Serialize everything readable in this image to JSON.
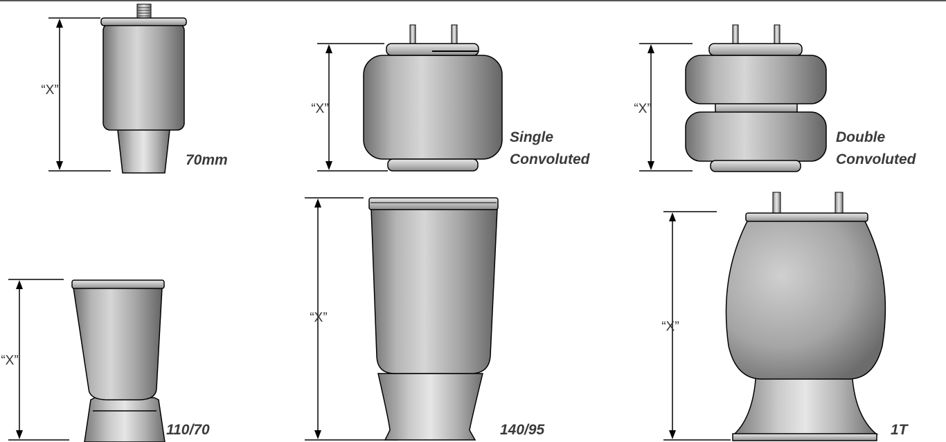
{
  "dimension_label": "“X”",
  "colors": {
    "body_light": "#d2d2d2",
    "body_mid": "#a9a9a9",
    "body_dark": "#7a7a7a",
    "outline": "#000000",
    "label": "#3a3a3a"
  },
  "springs": [
    {
      "id": "70mm",
      "label": "70mm"
    },
    {
      "id": "single",
      "label_lines": [
        "Single",
        "Convoluted"
      ]
    },
    {
      "id": "double",
      "label_lines": [
        "Double",
        "Convoluted"
      ]
    },
    {
      "id": "110-70",
      "label": "110/70"
    },
    {
      "id": "140-95",
      "label": "140/95"
    },
    {
      "id": "1t",
      "label": "1T"
    }
  ]
}
